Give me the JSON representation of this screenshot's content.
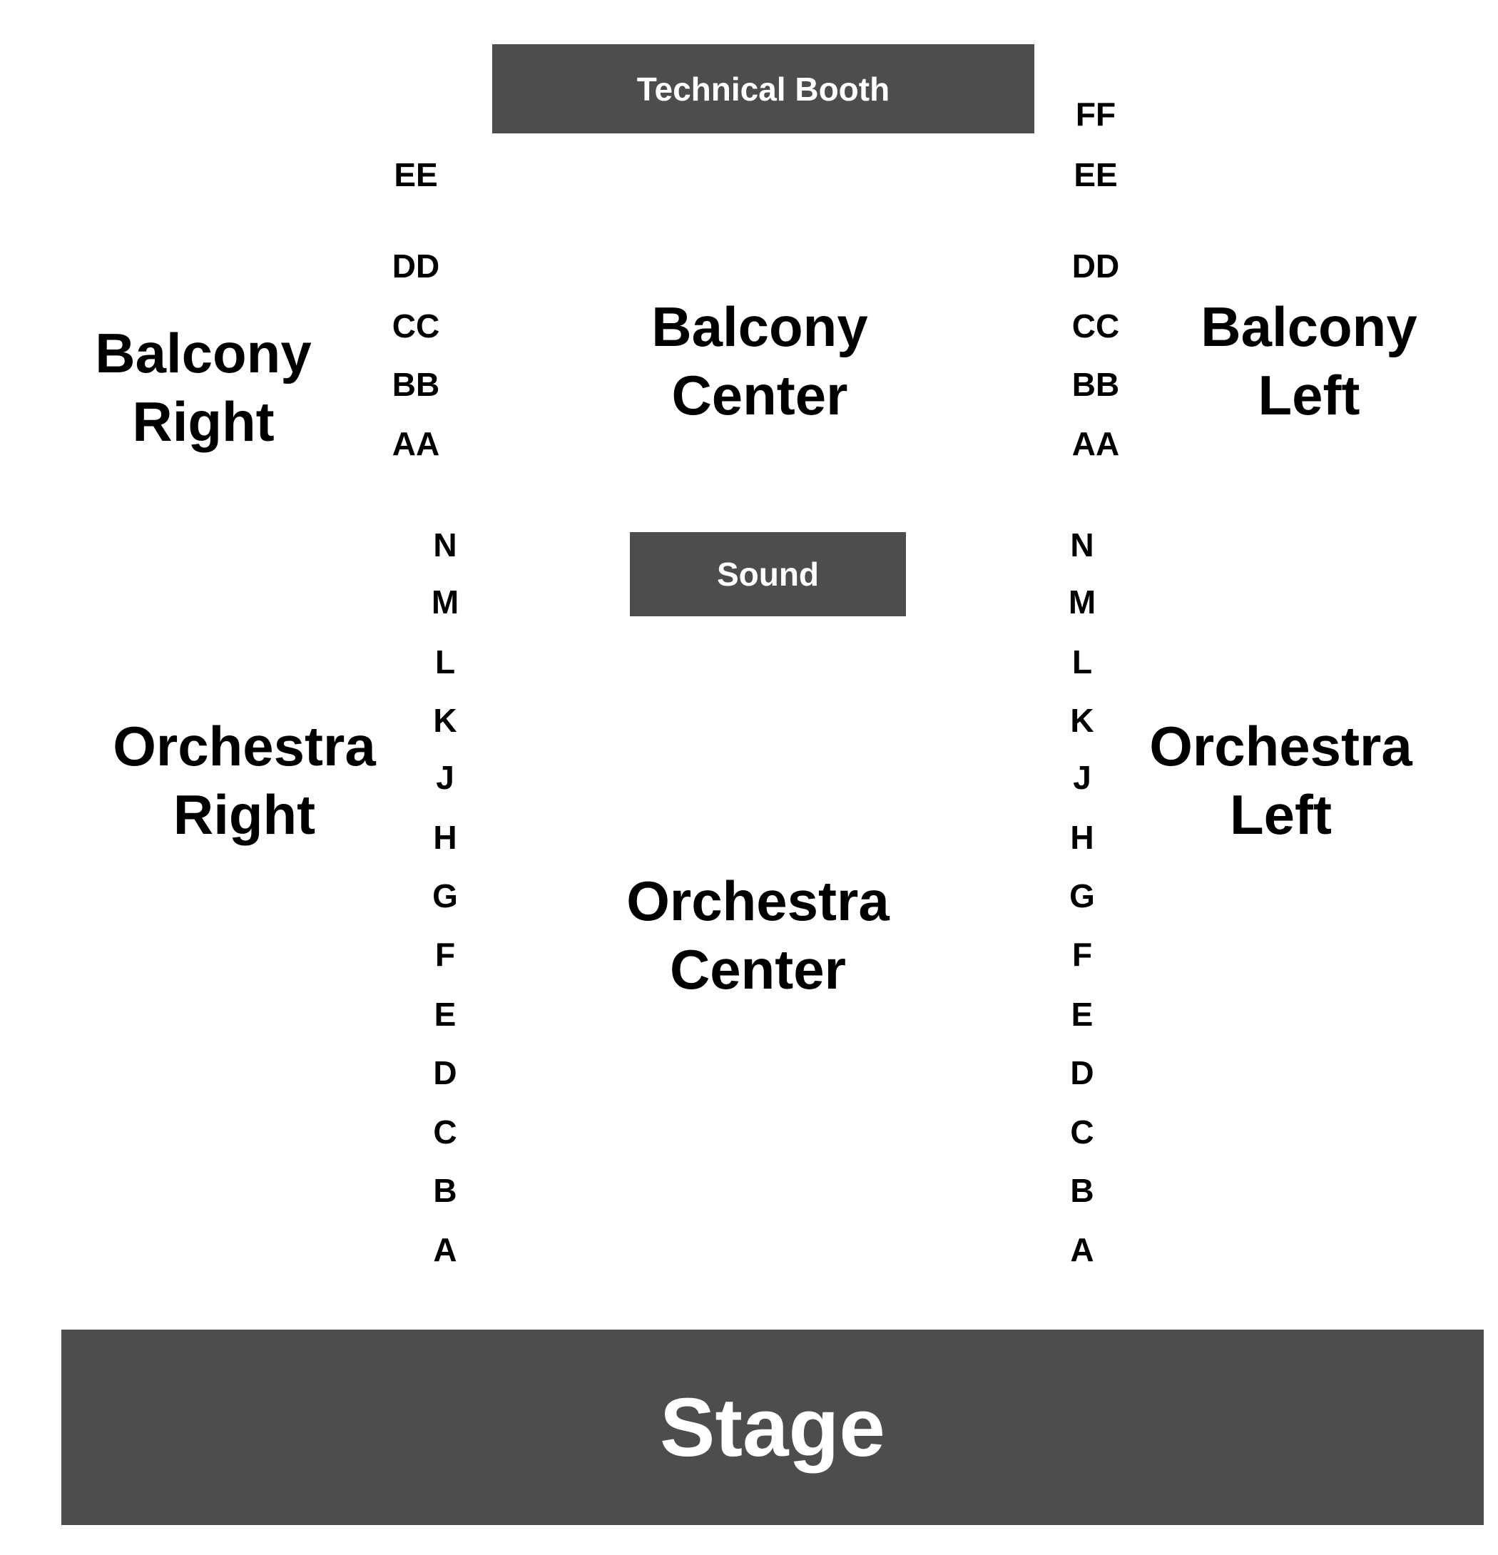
{
  "blocks": {
    "technical_booth": "Technical Booth",
    "sound": "Sound",
    "stage": "Stage"
  },
  "sections": {
    "balcony_right": [
      "Balcony",
      "Right"
    ],
    "balcony_center": [
      "Balcony",
      "Center"
    ],
    "balcony_left": [
      "Balcony",
      "Left"
    ],
    "orchestra_right": [
      "Orchestra",
      "Right"
    ],
    "orchestra_center": [
      "Orchestra",
      "Center"
    ],
    "orchestra_left": [
      "Orchestra",
      "Left"
    ]
  },
  "rows": {
    "balcony_right_aisle": [
      "EE",
      "DD",
      "CC",
      "BB",
      "AA"
    ],
    "balcony_left_aisle": [
      "FF",
      "EE",
      "DD",
      "CC",
      "BB",
      "AA"
    ],
    "orchestra_right_aisle": [
      "N",
      "M",
      "L",
      "K",
      "J",
      "H",
      "G",
      "F",
      "E",
      "D",
      "C",
      "B",
      "A"
    ],
    "orchestra_left_aisle": [
      "N",
      "M",
      "L",
      "K",
      "J",
      "H",
      "G",
      "F",
      "E",
      "D",
      "C",
      "B",
      "A"
    ]
  },
  "colors": {
    "block_fill": "#4d4d4d",
    "block_text": "#ffffff",
    "label_text": "#000000",
    "background": "#ffffff"
  }
}
